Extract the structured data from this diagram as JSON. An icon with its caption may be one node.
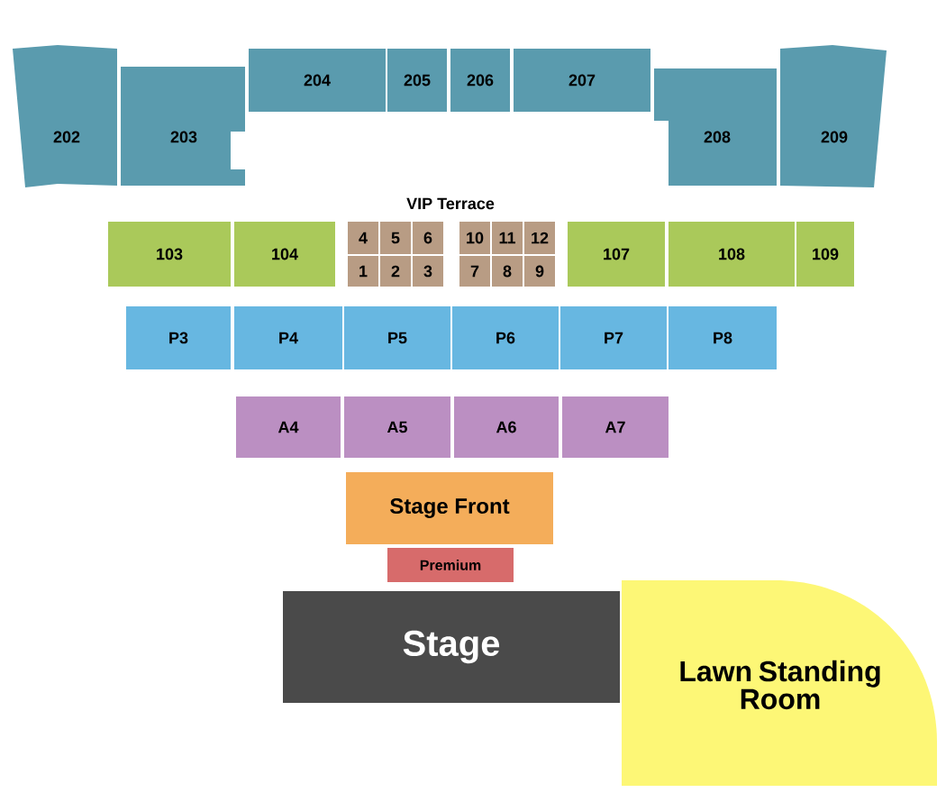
{
  "diagram": {
    "nodes": [
      {
        "text": [
          "202"
        ]
      },
      {
        "text": [
          "203"
        ]
      },
      {
        "text": [
          "204"
        ]
      },
      {
        "text": [
          "205"
        ]
      },
      {
        "text": [
          "206"
        ]
      },
      {
        "text": [
          "207"
        ]
      },
      {
        "text": [
          "208"
        ]
      },
      {
        "text": [
          "209"
        ]
      },
      {
        "text": [
          "103"
        ]
      },
      {
        "text": [
          "104"
        ]
      },
      {
        "text": [
          "4"
        ]
      },
      {
        "text": [
          "5"
        ]
      },
      {
        "text": [
          "6"
        ]
      },
      {
        "text": [
          "10"
        ]
      },
      {
        "text": [
          "11"
        ]
      },
      {
        "text": [
          "12"
        ]
      },
      {
        "text": [
          "1"
        ]
      },
      {
        "text": [
          "2"
        ]
      },
      {
        "text": [
          "3"
        ]
      },
      {
        "text": [
          "7"
        ]
      },
      {
        "text": [
          "8"
        ]
      },
      {
        "text": [
          "9"
        ]
      },
      {
        "text": [
          "107"
        ]
      },
      {
        "text": [
          "108"
        ]
      },
      {
        "text": [
          "109"
        ]
      },
      {
        "text": [
          "P3"
        ]
      },
      {
        "text": [
          "P4"
        ]
      },
      {
        "text": [
          "P5"
        ]
      },
      {
        "text": [
          "P6"
        ]
      },
      {
        "text": [
          "P7"
        ]
      },
      {
        "text": [
          "P8"
        ]
      },
      {
        "text": [
          "A4"
        ]
      },
      {
        "text": [
          "A5"
        ]
      },
      {
        "text": [
          "A6"
        ]
      },
      {
        "text": [
          "A7"
        ]
      },
      {
        "text": [
          "Stage Front"
        ]
      },
      {
        "text": [
          "Premium"
        ]
      },
      {
        "text": [
          "Stage"
        ]
      },
      {
        "text": [
          "Lawn Standing Room"
        ]
      }
    ],
    "labels": [
      "VIP Terrace"
    ]
  }
}
